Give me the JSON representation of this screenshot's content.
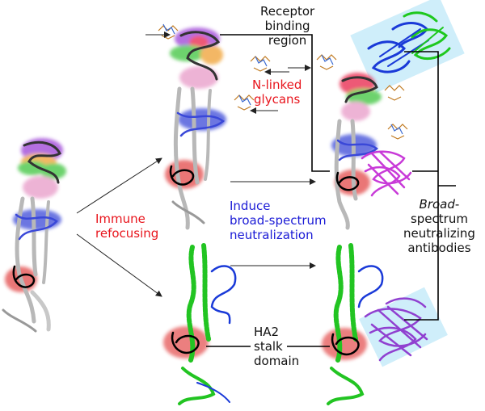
{
  "labels": {
    "receptor_binding": [
      "Receptor",
      "binding",
      "region"
    ],
    "glycans": [
      "N-linked",
      "glycans"
    ],
    "immune_refocusing": [
      "Immune",
      "refocusing"
    ],
    "induce": [
      "Induce",
      "broad-spectrum",
      "neutralization"
    ],
    "bnabs": {
      "italic": "Broad",
      "rest": "-",
      "lines": [
        "spectrum",
        "neutralizing",
        "antibodies"
      ]
    },
    "stalk": [
      "HA2",
      "stalk",
      "domain"
    ]
  },
  "colors": {
    "label_red": "#e8141c",
    "label_blue": "#1b1bd6",
    "head_purple": "#9b3fd6",
    "head_red": "#e8244a",
    "head_orange": "#f0a030",
    "head_green": "#3cc43c",
    "head_pink": "#e89ac8",
    "domain_blue": "#3a48d8",
    "stalk_red": "#e34848",
    "stalk_green": "#22c422",
    "antibody_blue": "#1a3ad8",
    "antibody_green": "#1ec81e",
    "antibody_magenta": "#c83ad8",
    "antibody_purple": "#9040d0",
    "box_light_blue": "#cfeefa",
    "ribbon_gray": "#b8b8b8"
  }
}
